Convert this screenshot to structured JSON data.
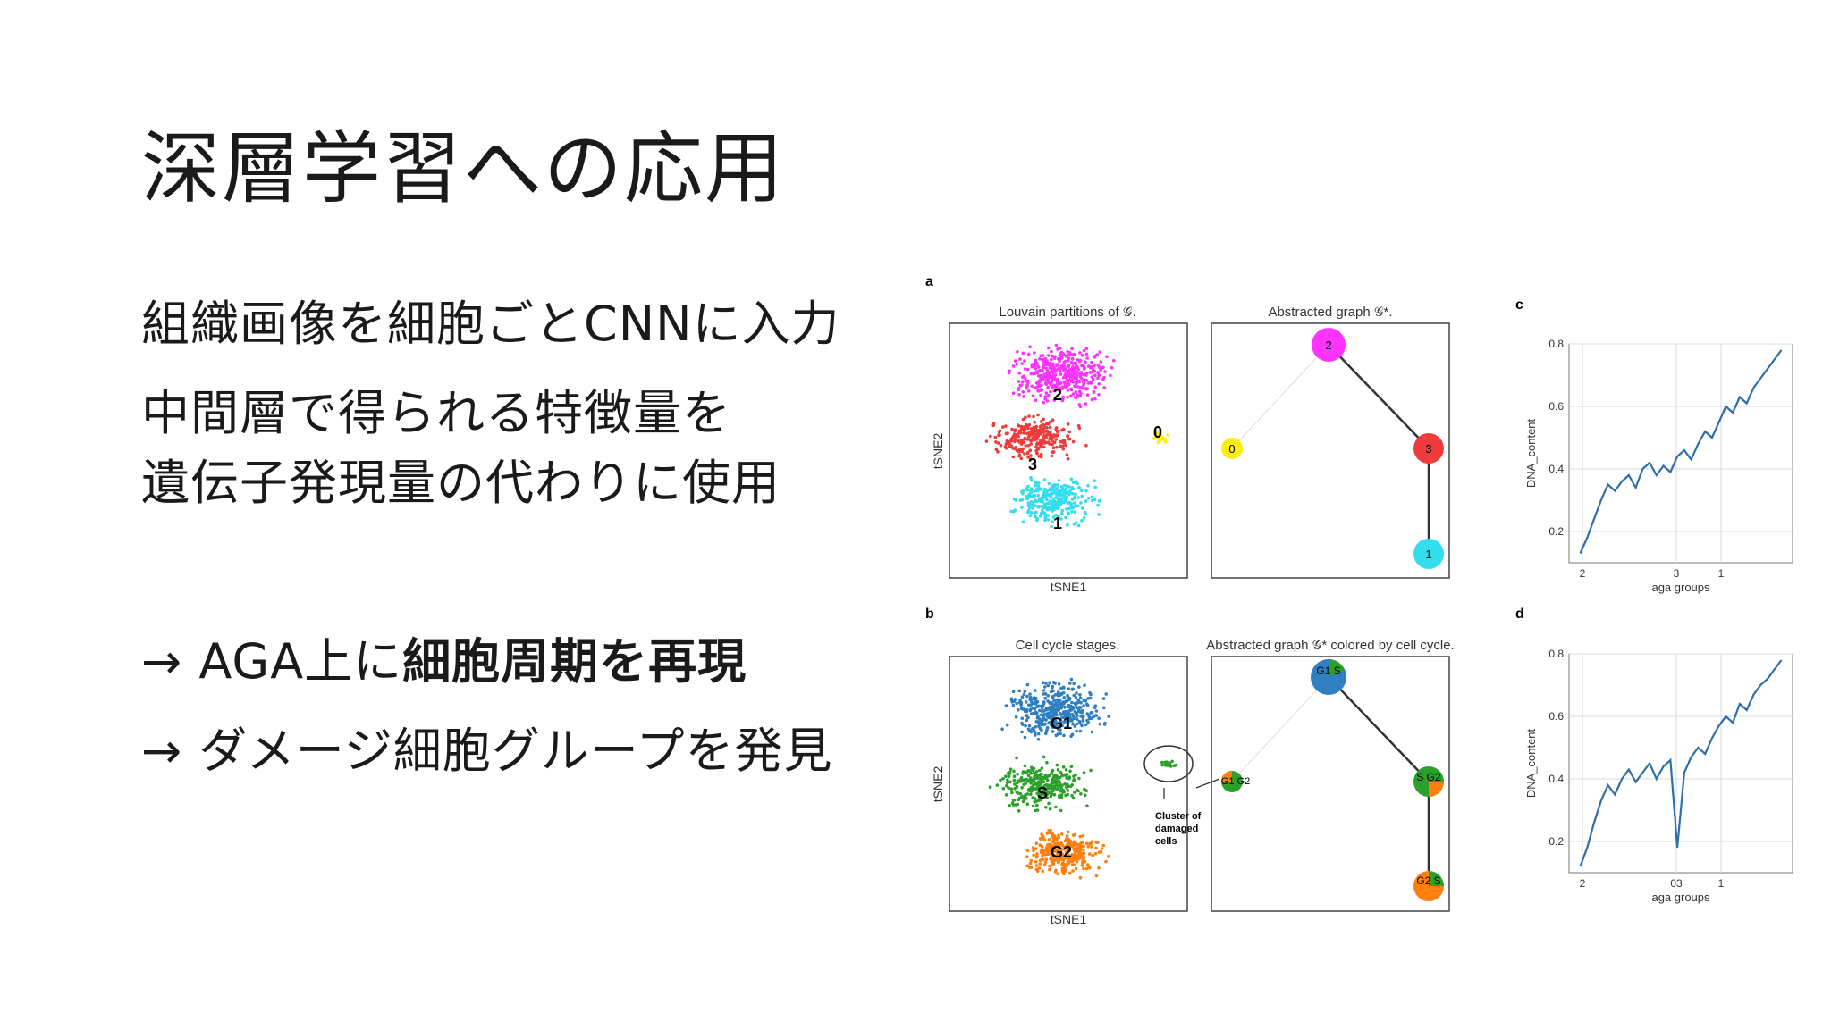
{
  "slide": {
    "title": "深層学習への応用",
    "bullets": [
      "組織画像を細胞ごとCNNに入力",
      "中間層で得られる特徴量を",
      "遺伝子発現量の代わりに使用"
    ],
    "arrow1": {
      "prefix": "→ AGA上に",
      "bold": "細胞周期を再現"
    },
    "arrow2": {
      "text": "→ ダメージ細胞グループを発見"
    }
  },
  "figure": {
    "panel_a": {
      "letter": "a",
      "tsne_title": "Louvain partitions of 𝒢.",
      "graph_title": "Abstracted graph 𝒢*.",
      "xlabel": "tSNE1",
      "ylabel": "tSNE2",
      "cluster_labels": [
        "2",
        "3",
        "0",
        "1"
      ],
      "nodes": [
        {
          "label": "2",
          "color": "#ff33ff"
        },
        {
          "label": "0",
          "color": "#ffee11"
        },
        {
          "label": "3",
          "color": "#ee3b3b"
        },
        {
          "label": "1",
          "color": "#33ddee"
        }
      ]
    },
    "panel_b": {
      "letter": "b",
      "tsne_title": "Cell cycle stages.",
      "graph_title": "Abstracted graph 𝒢* colored by cell cycle.",
      "xlabel": "tSNE1",
      "ylabel": "tSNE2",
      "cluster_labels": [
        "G1",
        "S",
        "G2"
      ],
      "annotation": [
        "Cluster of",
        "damaged",
        "cells"
      ],
      "nodes": [
        {
          "label": "G1\nS"
        },
        {
          "label": "G1\nG2"
        },
        {
          "label": "S\nG2"
        },
        {
          "label": "G2\nS"
        }
      ],
      "colors": {
        "G1": "#2f7fc1",
        "S": "#2ca02c",
        "G2": "#ff7f0e"
      }
    }
  },
  "chart_data": [
    {
      "panel": "c",
      "type": "line",
      "xlabel": "aga groups",
      "ylabel": "DNA_content",
      "ylim": [
        0.1,
        0.8
      ],
      "yticks": [
        0.2,
        0.4,
        0.6,
        0.8
      ],
      "xtick_labels": [
        "2",
        "3",
        "1"
      ],
      "grid": true,
      "line_color": "#2e6fa8",
      "series": [
        {
          "values": [
            0.13,
            0.18,
            0.24,
            0.3,
            0.35,
            0.33,
            0.36,
            0.38,
            0.34,
            0.4,
            0.42,
            0.38,
            0.41,
            0.39,
            0.44,
            0.46,
            0.43,
            0.48,
            0.52,
            0.5,
            0.55,
            0.6,
            0.58,
            0.63,
            0.61,
            0.66,
            0.69,
            0.72,
            0.75,
            0.78
          ]
        }
      ]
    },
    {
      "panel": "d",
      "type": "line",
      "xlabel": "aga groups",
      "ylabel": "DNA_content",
      "ylim": [
        0.1,
        0.8
      ],
      "yticks": [
        0.2,
        0.4,
        0.6,
        0.8
      ],
      "xtick_labels": [
        "2",
        "03",
        "1"
      ],
      "grid": true,
      "line_color": "#2e6fa8",
      "series": [
        {
          "values": [
            0.12,
            0.18,
            0.26,
            0.33,
            0.38,
            0.35,
            0.4,
            0.43,
            0.39,
            0.42,
            0.45,
            0.4,
            0.44,
            0.46,
            0.18,
            0.42,
            0.47,
            0.5,
            0.48,
            0.53,
            0.57,
            0.6,
            0.58,
            0.64,
            0.62,
            0.67,
            0.7,
            0.72,
            0.75,
            0.78
          ]
        }
      ]
    }
  ]
}
